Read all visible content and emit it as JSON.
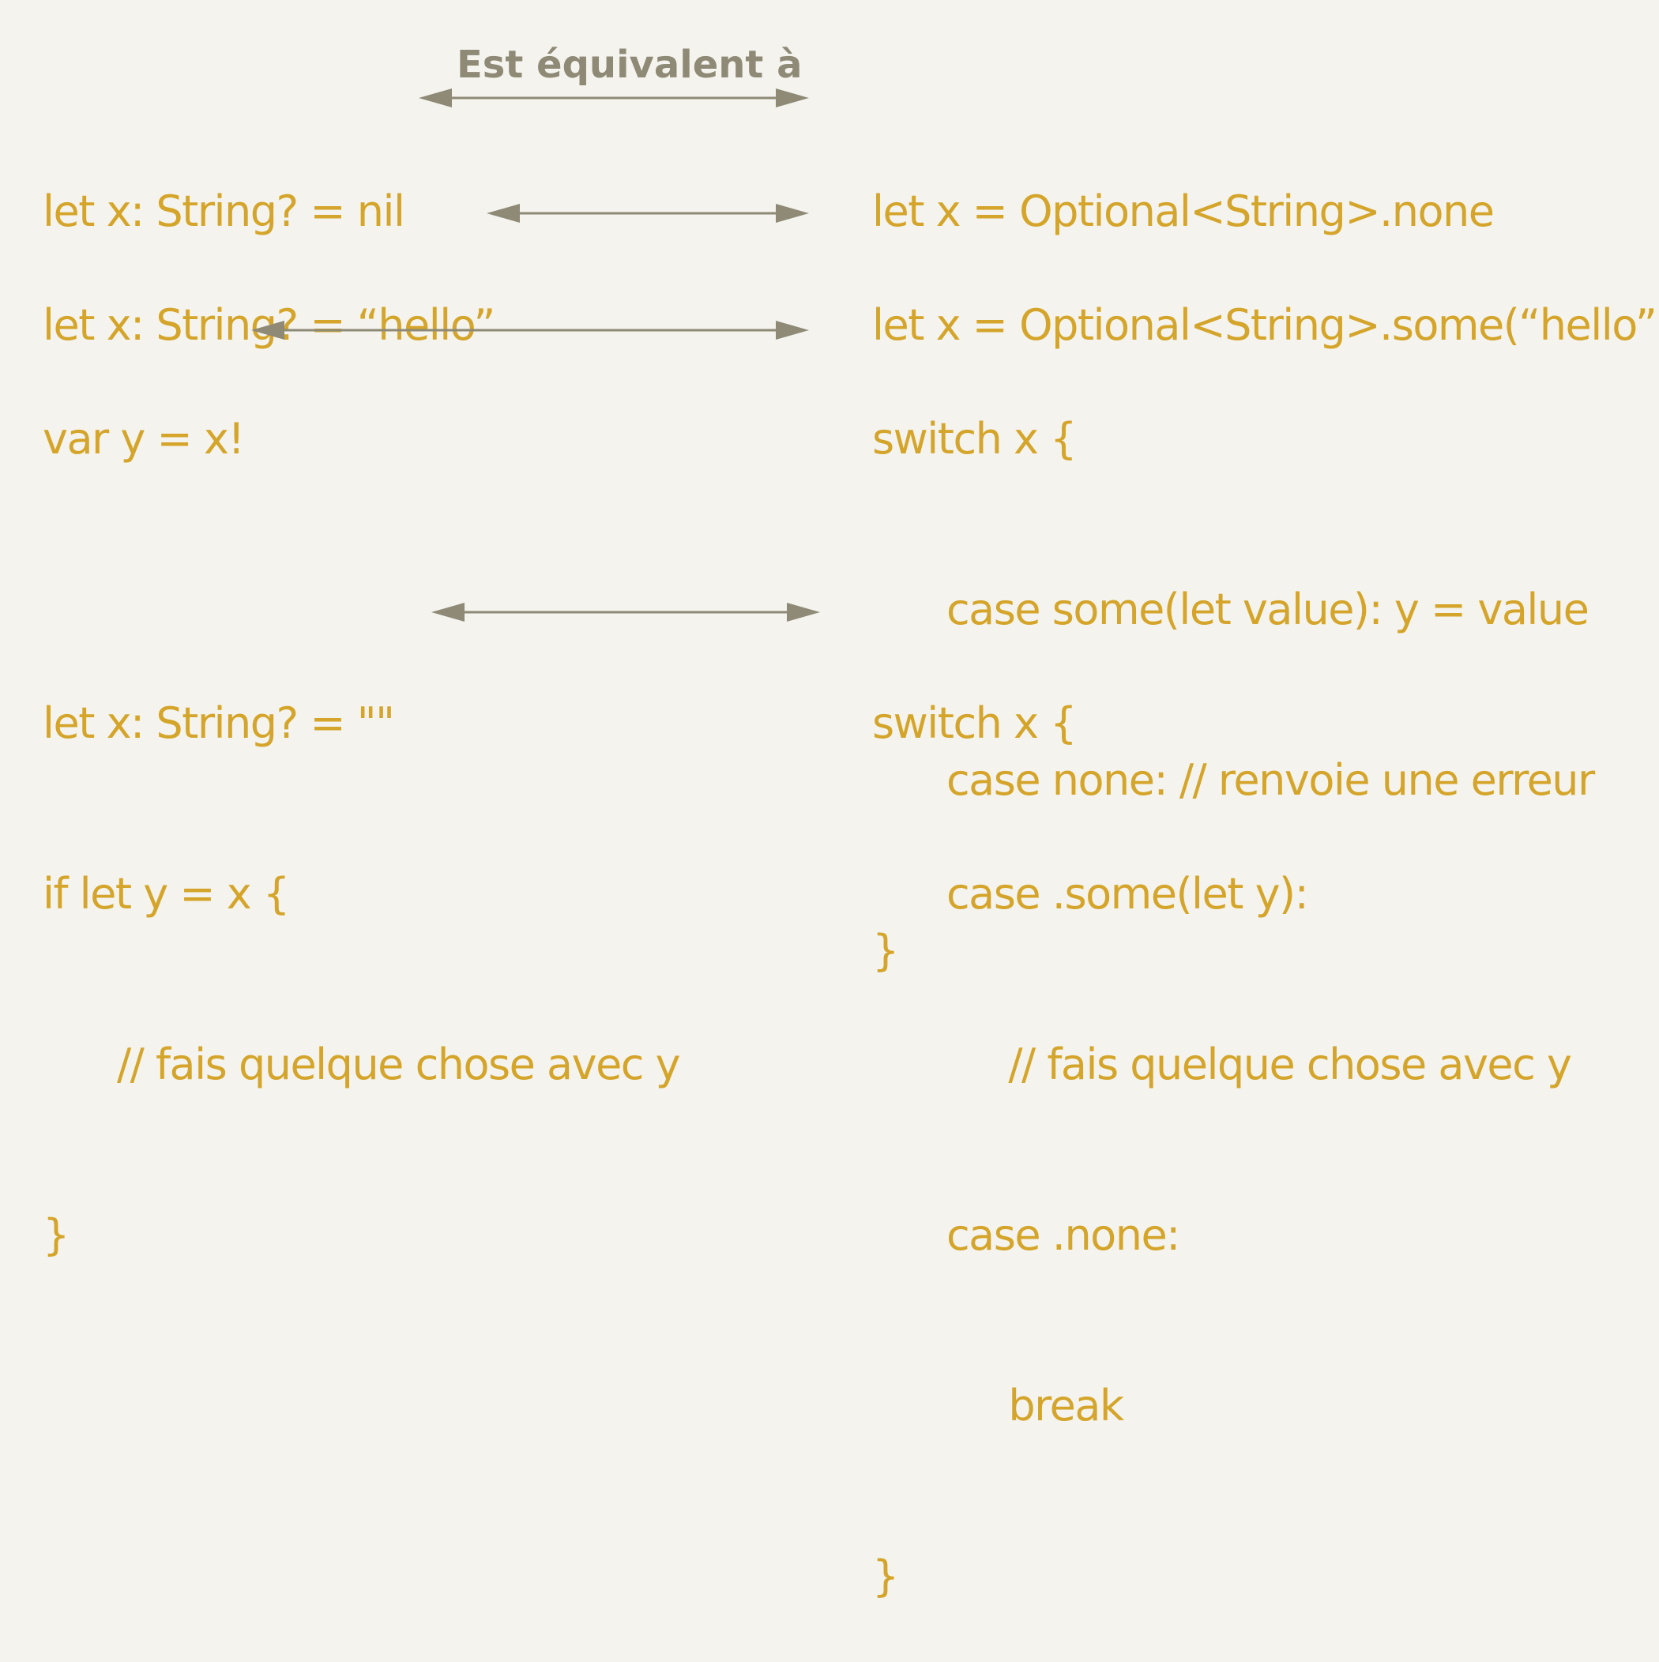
{
  "caption": "Est équivalent à",
  "colors": {
    "background": "#f4f3ee",
    "code": "#d4a52a",
    "arrow": "#8e8a76"
  },
  "pairs": [
    {
      "left": [
        "let x: String? = nil"
      ],
      "right": [
        "let x = Optional<String>.none"
      ]
    },
    {
      "left": [
        "let x: String? = “hello”"
      ],
      "right": [
        "let x = Optional<String>.some(“hello”)"
      ]
    },
    {
      "left": [
        "var y = x!"
      ],
      "right": [
        "switch x {",
        "      case some(let value): y = value",
        "      case none: // renvoie une erreur",
        "}"
      ]
    },
    {
      "left": [
        "let x: String? = \"\"",
        "if let y = x {",
        "      // fais quelque chose avec y",
        "}"
      ],
      "right": [
        "switch x {",
        "      case .some(let y):",
        "           // fais quelque chose avec y",
        "      case .none:",
        "           break",
        "}"
      ]
    }
  ]
}
